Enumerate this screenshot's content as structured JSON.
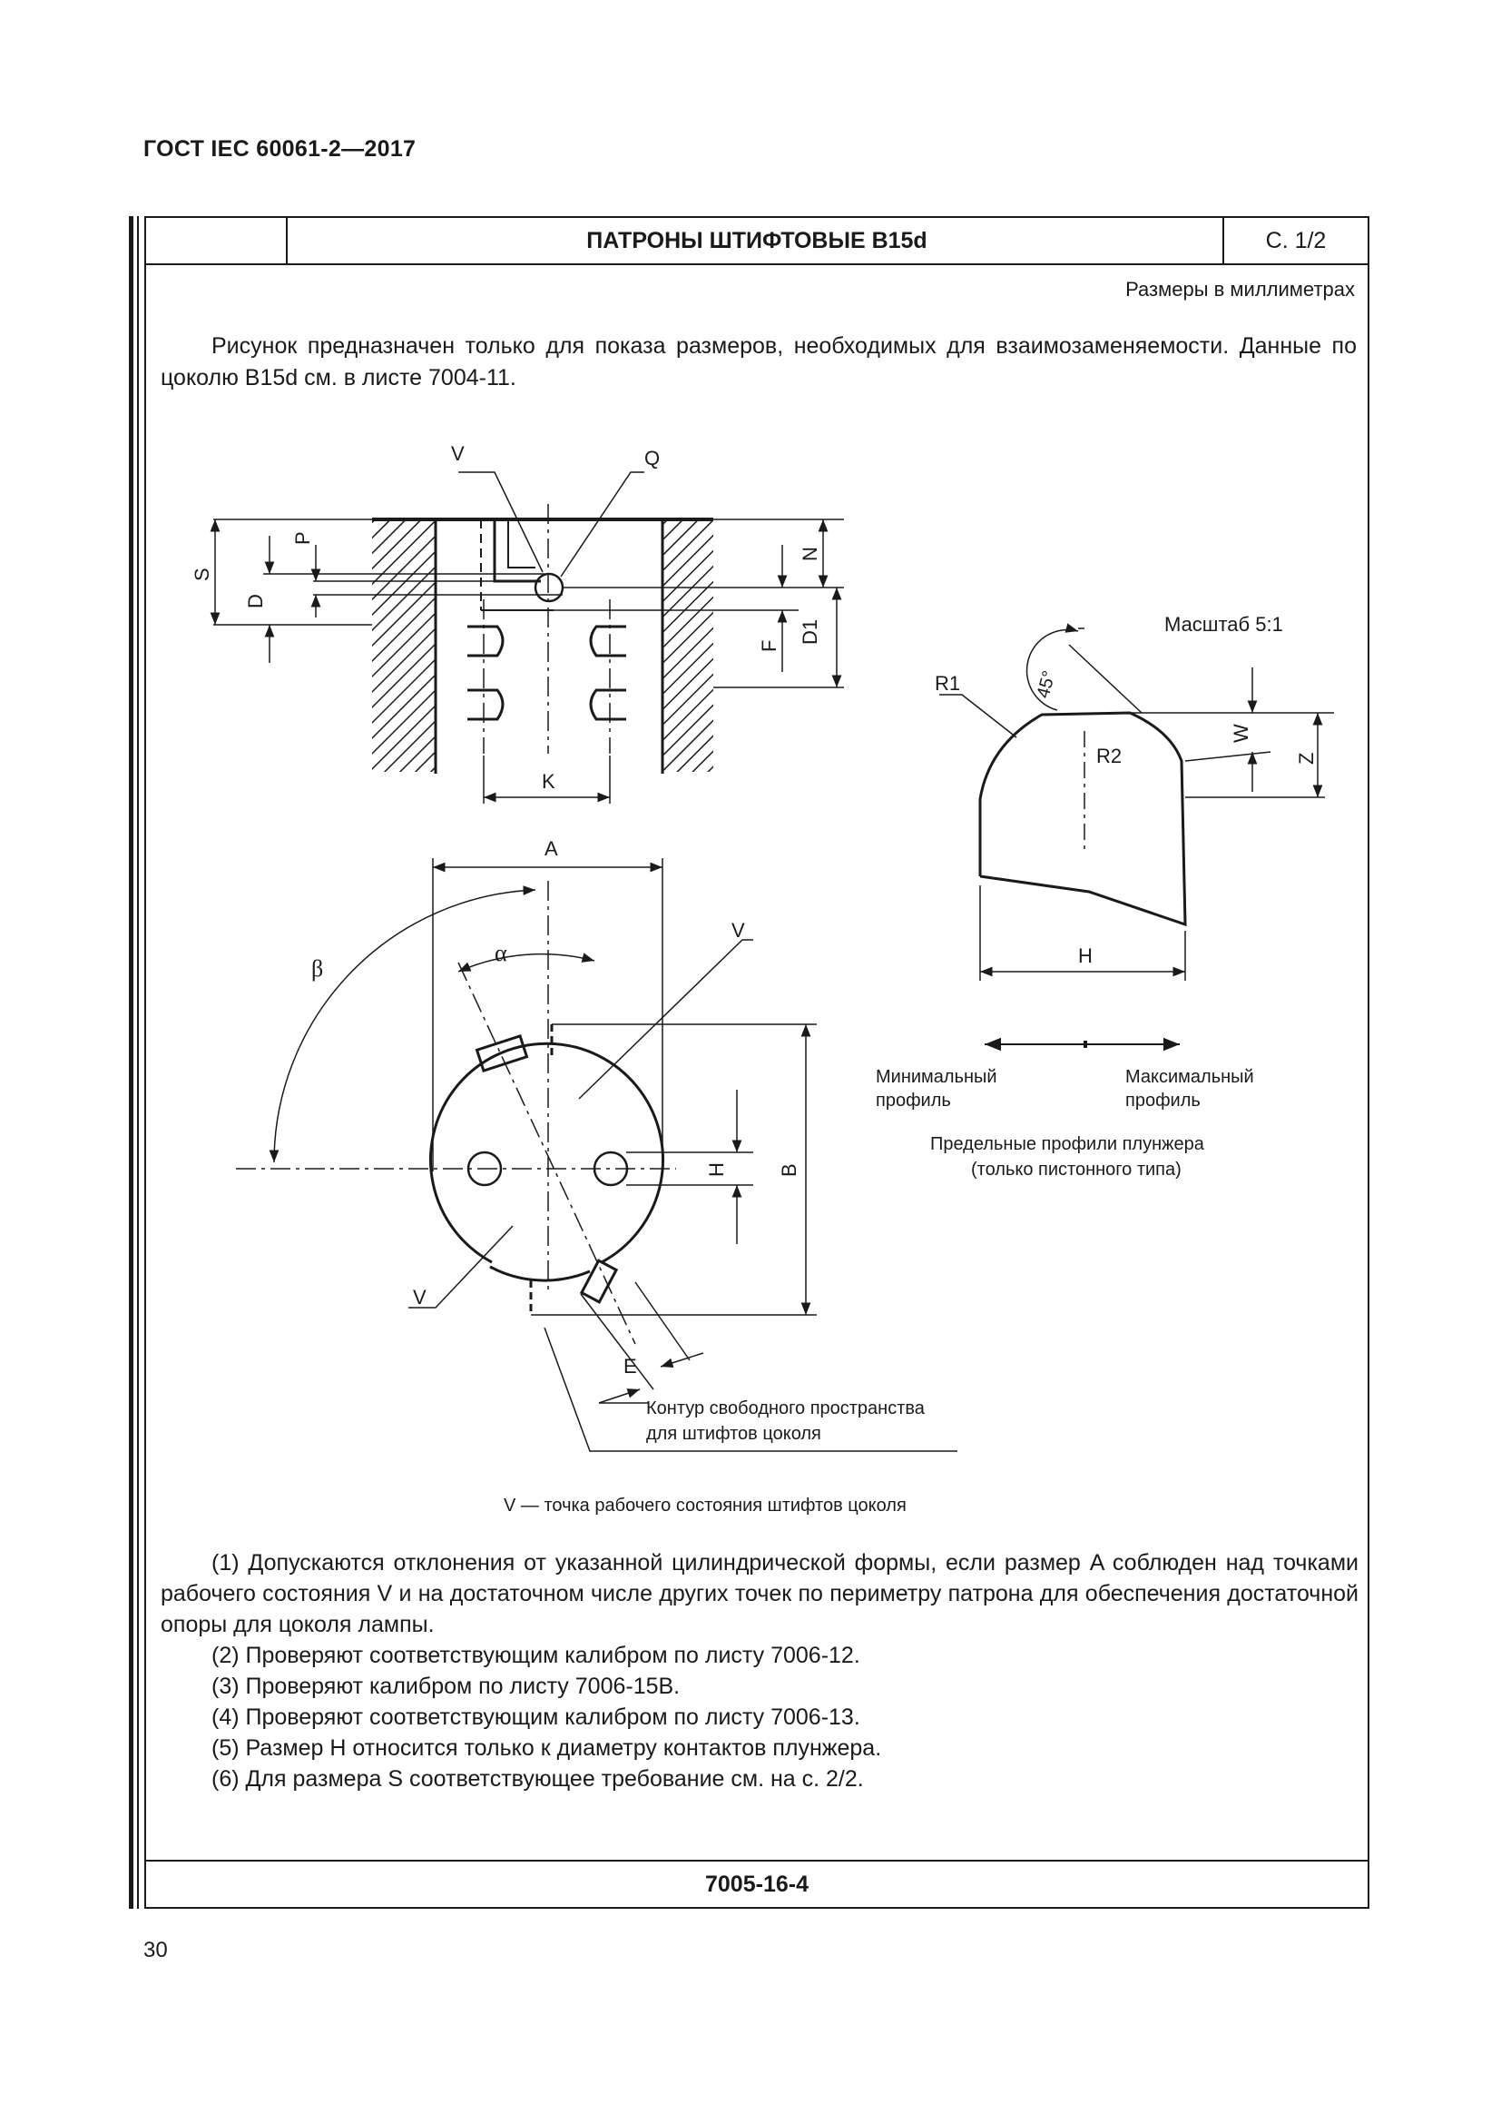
{
  "document": {
    "header": "ГОСТ IEC 60061-2—2017",
    "page_number": "30"
  },
  "sheet": {
    "title": "ПАТРОНЫ ШТИФТОВЫЕ B15d",
    "page": "С. 1/2",
    "units": "Размеры в миллиметрах",
    "intro": "Рисунок предназначен только для показа размеров, необходимых для взаимозаменяемости. Данные по цоколю B15d см. в листе 7004-11.",
    "footer_code": "7005-16-4"
  },
  "drawing": {
    "labels": {
      "V": "V",
      "Q": "Q",
      "S": "S",
      "P": "P",
      "D": "D",
      "N": "N",
      "F": "F",
      "D1": "D1",
      "K": "K",
      "A": "A",
      "alpha": "α",
      "beta": "β",
      "H": "H",
      "B": "B",
      "E": "E",
      "R1": "R1",
      "R2": "R2",
      "angle45": "45°",
      "W": "W",
      "Z": "Z"
    },
    "scale_note": "Масштаб 5:1",
    "min_profile": [
      "Минимальный",
      "профиль"
    ],
    "max_profile": [
      "Максимальный",
      "профиль"
    ],
    "plunger_caption": [
      "Предельные профили плунжера",
      "(только пистонного типа)"
    ],
    "free_space_caption": [
      "Контур свободного пространства",
      "для штифтов цоколя"
    ],
    "v_caption": "V — точка рабочего состояния штифтов цоколя"
  },
  "notes": [
    "(1) Допускаются отклонения от указанной цилиндрической формы, если размер A соблюден над точками рабочего состояния V и на достаточном числе других точек по периметру патрона для обеспечения достаточной опоры для цоколя лампы.",
    "(2) Проверяют соответствующим калибром по листу 7006-12.",
    "(3) Проверяют калибром по листу 7006-15B.",
    "(4) Проверяют соответствующим калибром по листу 7006-13.",
    "(5) Размер H относится только к диаметру контактов плунжера.",
    "(6) Для размера S соответствующее требование см. на с. 2/2."
  ]
}
